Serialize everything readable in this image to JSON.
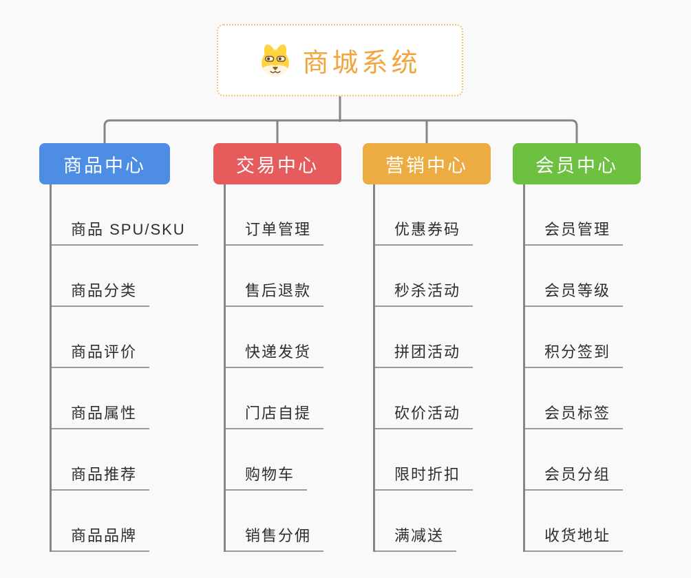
{
  "background_color": "#f9f9f9",
  "connector_color": "#858585",
  "underline_color": "#9a9a9a",
  "root": {
    "title": "商城系统",
    "title_color": "#f2a43d",
    "border_color": "#f6c26f",
    "icon": "shiba-dog-icon"
  },
  "branches": [
    {
      "label": "商品中心",
      "color": "#4d8ee4",
      "items": [
        "商品 SPU/SKU",
        "商品分类",
        "商品评价",
        "商品属性",
        "商品推荐",
        "商品品牌"
      ]
    },
    {
      "label": "交易中心",
      "color": "#e65c5c",
      "items": [
        "订单管理",
        "售后退款",
        "快递发货",
        "门店自提",
        "购物车",
        "销售分佣"
      ]
    },
    {
      "label": "营销中心",
      "color": "#ecac41",
      "items": [
        "优惠券码",
        "秒杀活动",
        "拼团活动",
        "砍价活动",
        "限时折扣",
        "满减送"
      ]
    },
    {
      "label": "会员中心",
      "color": "#6ec041",
      "items": [
        "会员管理",
        "会员等级",
        "积分签到",
        "会员标签",
        "会员分组",
        "收货地址"
      ]
    }
  ]
}
